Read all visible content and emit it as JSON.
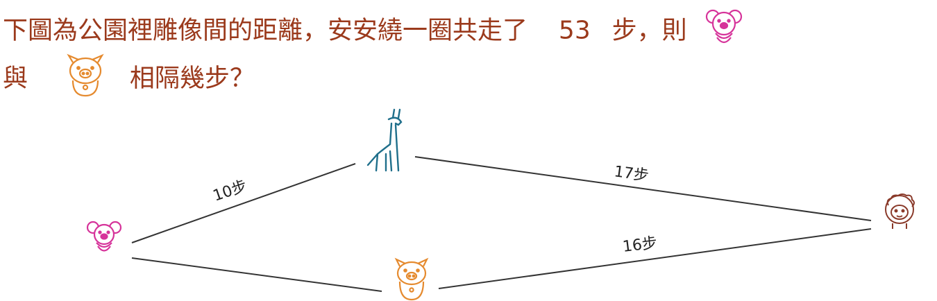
{
  "question": {
    "line1_a": "下圖為公園裡雕像間的距離，安安繞一圈共走了",
    "line1_num": "53",
    "line1_b": "步，則",
    "line2_a": "與",
    "line2_b": "相隔幾步？"
  },
  "diagram": {
    "edges": [
      {
        "label": "10步"
      },
      {
        "label": "17步"
      },
      {
        "label": "16步"
      }
    ],
    "nodes": [
      {
        "icon": "koala-icon",
        "color": "#d6339a"
      },
      {
        "icon": "giraffe-icon",
        "color": "#1f6f8b"
      },
      {
        "icon": "sheep-icon",
        "color": "#8a3a2a"
      },
      {
        "icon": "pig-icon",
        "color": "#e58a2e"
      }
    ]
  }
}
